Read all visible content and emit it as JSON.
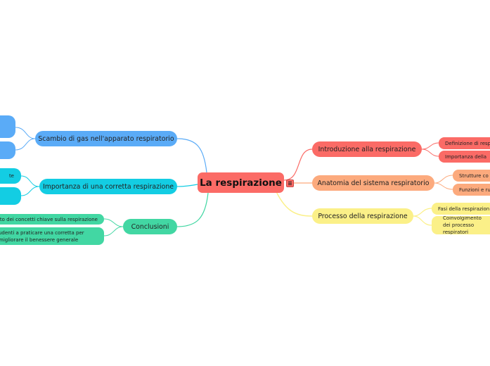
{
  "root": {
    "label": "La respirazione"
  },
  "branches": {
    "intro": {
      "label": "Introduzione alla respirazione",
      "color": "#fb6b66",
      "children": [
        "Definizione di resp",
        "Importanza della"
      ]
    },
    "anatomia": {
      "label": "Anatomia del sistema respiratorio",
      "color": "#fcaa7d",
      "children": [
        "Strutture co",
        "Funzioni e ru"
      ]
    },
    "processo": {
      "label": "Processo della respirazione",
      "color": "#fbf088",
      "children": [
        "Fasi della respirazion",
        "Coinvolgimento dei processo respiratori"
      ]
    },
    "scambio": {
      "label": "Scambio di gas nell'apparato respiratorio",
      "color": "#5aabf7",
      "children": [
        "",
        ""
      ]
    },
    "importanza": {
      "label": "Importanza di una corretta respirazione",
      "color": "#13cde3",
      "children": [
        "te",
        ""
      ]
    },
    "conclusioni": {
      "label": "Conclusioni",
      "color": "#42d7a3",
      "children": [
        "nto dei concetti chiave sulla respirazione",
        "udenti a praticare una corretta per migliorare il benessere generale"
      ]
    }
  },
  "icons": {
    "menu": "hamburger-menu-icon"
  }
}
